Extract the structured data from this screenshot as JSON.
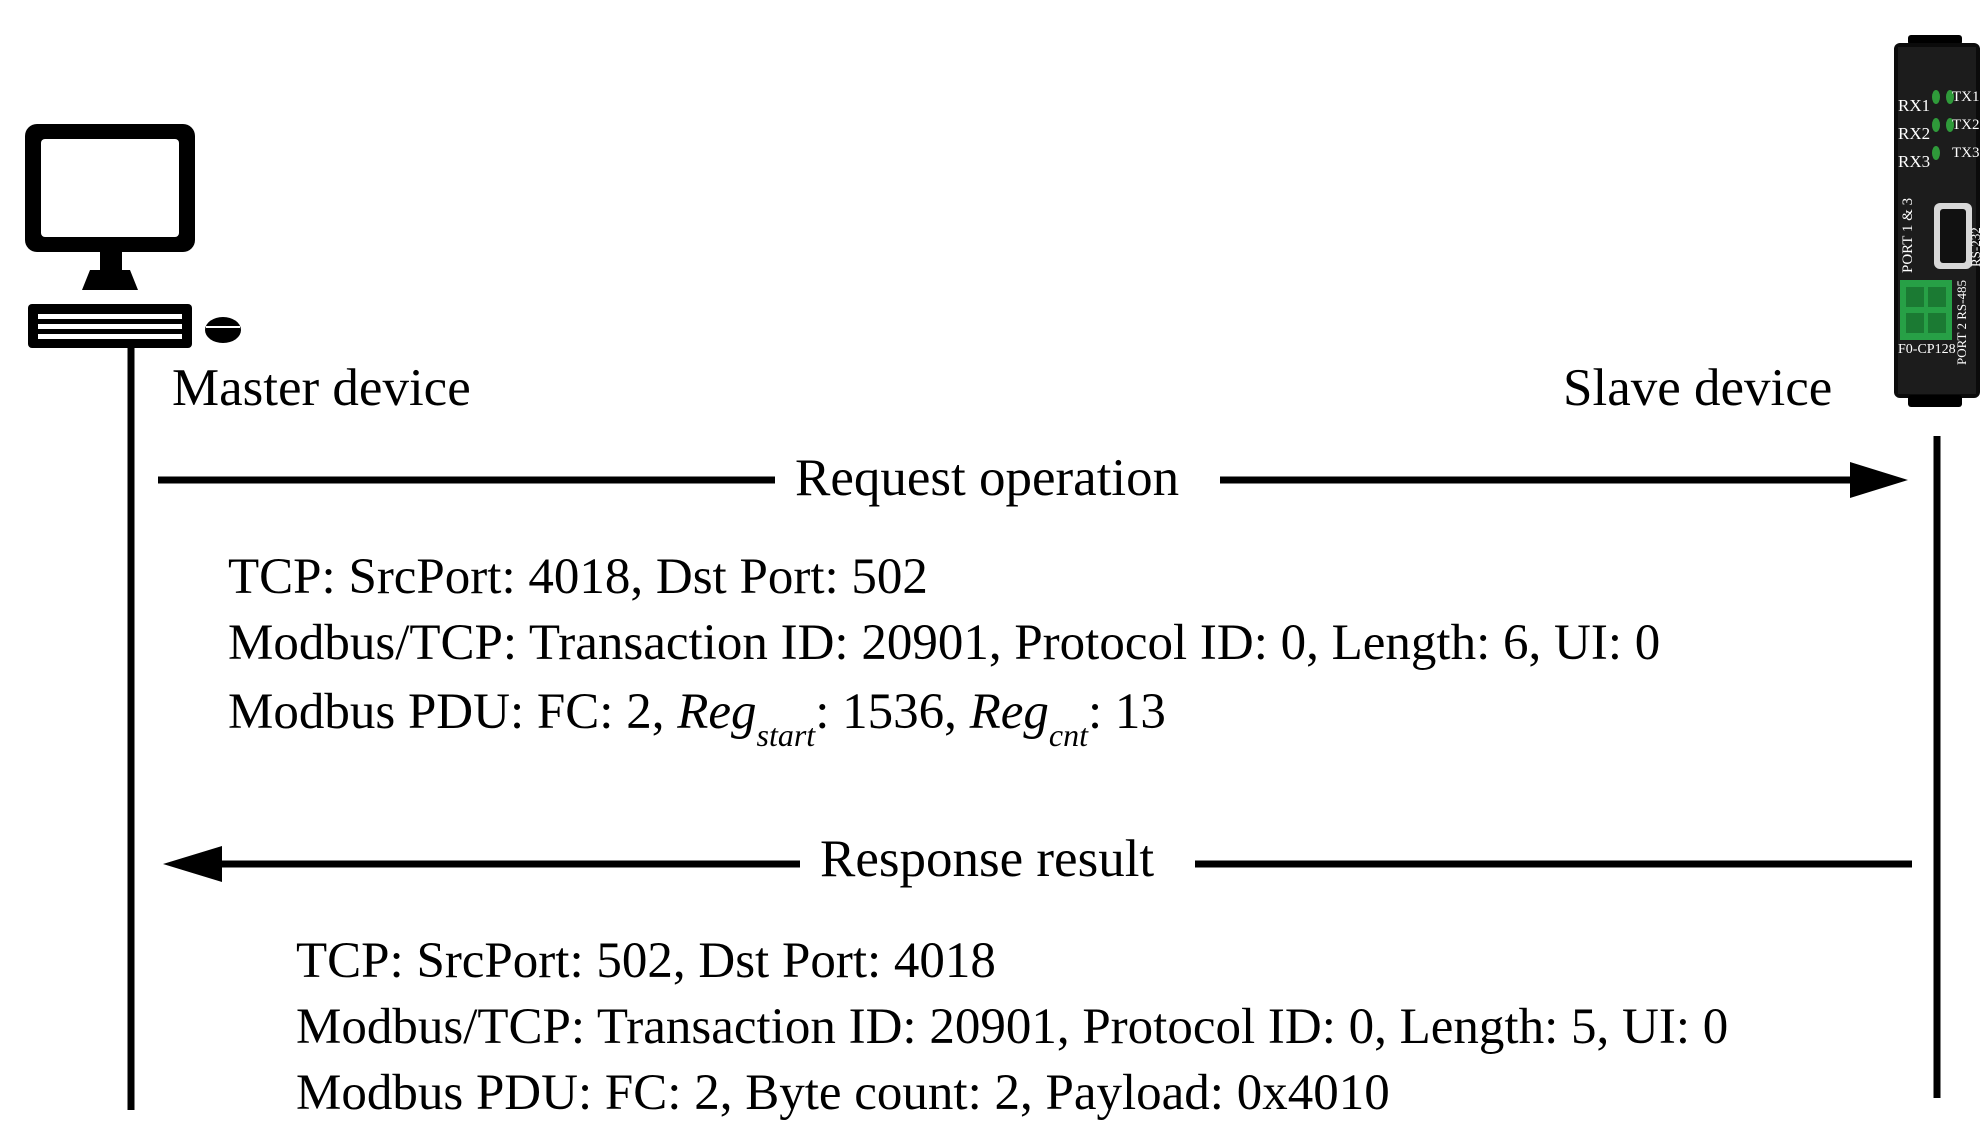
{
  "master": {
    "label": "Master device",
    "icon": "desktop-computer-icon"
  },
  "slave": {
    "label": "Slave device",
    "icon": "plc-module-icon",
    "device_text": {
      "rx1": "RX1",
      "rx2": "RX2",
      "rx3": "RX3",
      "tx1": "TX1",
      "tx2": "TX2",
      "tx3": "TX3",
      "port13": "PORT 1 & 3",
      "rs232": "RS-232",
      "port2": "PORT 2 RS-485",
      "model": "F0-CP128"
    }
  },
  "request": {
    "label": "Request operation",
    "tcp": "TCP: SrcPort: 4018, Dst Port: 502",
    "modbus_tcp": "Modbus/TCP: Transaction ID: 20901, Protocol ID: 0, Length: 6, UI: 0",
    "pdu": {
      "prefix": "Modbus PDU: FC: 2, ",
      "reg": "Reg",
      "start_sub": "start",
      "start_value": ": 1536, ",
      "cnt_sub": "cnt",
      "cnt_value": ": 13"
    }
  },
  "response": {
    "label": "Response result",
    "tcp": "TCP: SrcPort: 502, Dst Port: 4018",
    "modbus_tcp": "Modbus/TCP: Transaction ID: 20901, Protocol ID: 0, Length: 5, UI: 0",
    "pdu": "Modbus PDU: FC: 2, Byte count: 2, Payload: 0x4010"
  }
}
